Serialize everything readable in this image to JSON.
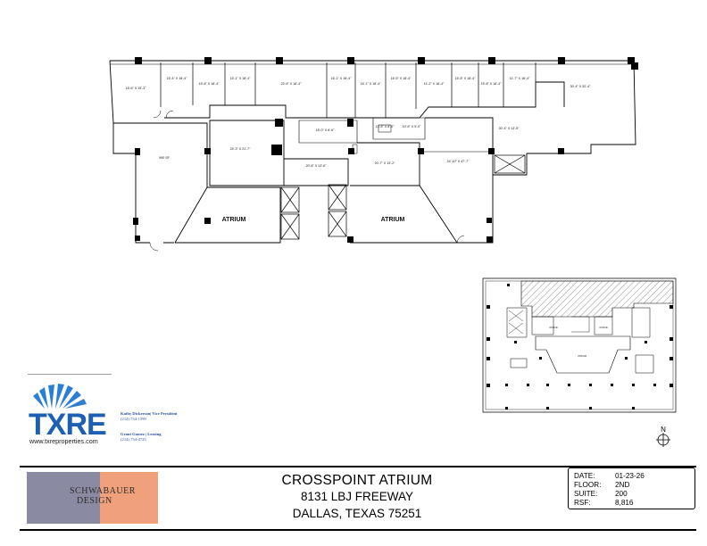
{
  "floorplan": {
    "rooms": [
      {
        "label": "18'-6\" X 15'-3\""
      },
      {
        "label": "15'-4\" X 18'-4\""
      },
      {
        "label": "15'-8\" X 18'-4\""
      },
      {
        "label": "15'-1\" X 18'-4\""
      },
      {
        "label": "23'-6\" X 18'-4\""
      },
      {
        "label": "16'-1\" X 18'-4\""
      },
      {
        "label": "16'-1\" X 18'-4\""
      },
      {
        "label": "16'-5\" X 18'-4\""
      },
      {
        "label": "11'-2\" X 18'-4\""
      },
      {
        "label": "15'-8\" X 18'-4\""
      },
      {
        "label": "15'-8\" X 18'-4\""
      },
      {
        "label": "11'-7\" X 18'-4\""
      },
      {
        "label": "30'-4\" X 32'-4\""
      },
      {
        "label": "18'-0\" X 8'-6\""
      },
      {
        "label": "13'-8\" X 8'-0\""
      },
      {
        "label": "10'-6\" X 9'-0\""
      },
      {
        "label": "30'-4\" X 13'-5\""
      },
      {
        "label": "990 SF"
      },
      {
        "label": "24'-3\" X 21'-7\""
      },
      {
        "label": "20'-6\" X 13'-6\""
      },
      {
        "label": "20'-7\" X 13'-2\""
      },
      {
        "label": "24'-10\" X 47'-7\""
      }
    ],
    "atrium_left": "ATRIUM",
    "atrium_right": "ATRIUM"
  },
  "keyplan": {
    "label_left": "OFFICE",
    "label_right": "OFFICE",
    "label_center": "ATRIUM"
  },
  "compass": {
    "label": "N"
  },
  "logo": {
    "letters": "TXRE",
    "url": "www.txreproperties.com",
    "color": "#1d5fb3"
  },
  "contacts": [
    {
      "name": "Kathy Dickerson| Vice President",
      "phone": "(214) 734-1599"
    },
    {
      "name": "Grant Gomez | Leasing",
      "phone": "(214) 734-4725"
    }
  ],
  "designer": {
    "line1": "SCHWABAUER",
    "line2": "DESIGN"
  },
  "title_block": {
    "building": "CROSSPOINT ATRIUM",
    "address": "8131 LBJ FREEWAY",
    "city": "DALLAS, TEXAS 75251",
    "info": [
      {
        "label": "DATE:",
        "value": "01-23-26"
      },
      {
        "label": "FLOOR:",
        "value": "2ND"
      },
      {
        "label": "SUITE:",
        "value": "200"
      },
      {
        "label": "RSF:",
        "value": "8,816"
      }
    ]
  }
}
